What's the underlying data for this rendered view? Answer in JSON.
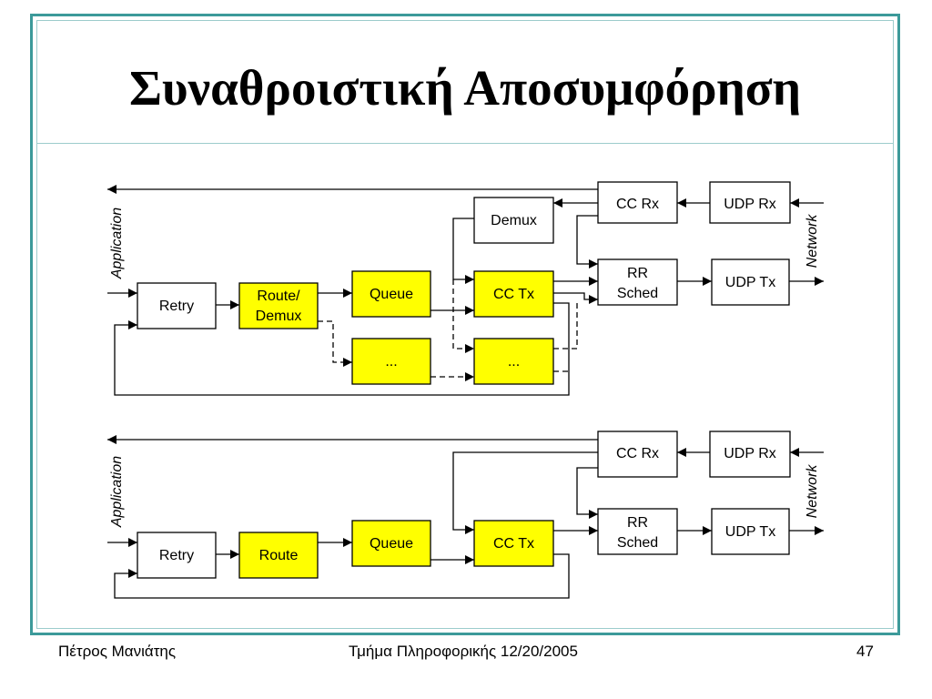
{
  "slide": {
    "title": "Συναθροιστική Αποσυμφόρηση",
    "footer_left": "Πέτρος Μανιάτης",
    "footer_center": "Τμήμα Πληροφορικής 12/20/2005",
    "page_number": "47"
  },
  "colors": {
    "frame": "#3c9a9a",
    "highlight_box": "#ffff00",
    "plain_box": "#ffffff",
    "line": "#000000"
  },
  "diagram_top": {
    "application_label": "Application",
    "network_label": "Network",
    "boxes": {
      "cc_rx": "CC Rx",
      "udp_rx": "UDP Rx",
      "demux": "Demux",
      "rr_sched_line1": "RR",
      "rr_sched_line2": "Sched",
      "udp_tx": "UDP Tx",
      "retry": "Retry",
      "route_demux_line1": "Route/",
      "route_demux_line2": "Demux",
      "queue": "Queue",
      "cc_tx": "CC Tx",
      "queue_extra": "...",
      "cc_tx_extra": "..."
    }
  },
  "diagram_bottom": {
    "application_label": "Application",
    "network_label": "Network",
    "boxes": {
      "cc_rx": "CC Rx",
      "udp_rx": "UDP Rx",
      "rr_sched_line1": "RR",
      "rr_sched_line2": "Sched",
      "udp_tx": "UDP Tx",
      "retry": "Retry",
      "route": "Route",
      "queue": "Queue",
      "cc_tx": "CC Tx"
    }
  }
}
